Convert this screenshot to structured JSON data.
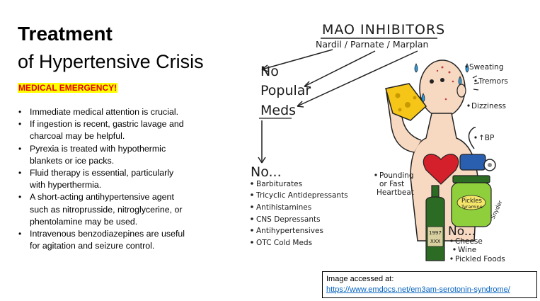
{
  "title": {
    "line1": "Treatment",
    "line2": "of Hypertensive Crisis"
  },
  "emergency": "MEDICAL EMERGENCY!",
  "bullets": [
    "Immediate medical attention is crucial.",
    "If ingestion is recent, gastric lavage and charcoal may be helpful.",
    "Pyrexia is treated with hypothermic blankets or ice packs.",
    "Fluid therapy is essential, particularly with hyperthermia.",
    "A short-acting antihypertensive agent such as nitroprusside, nitroglycerine, or phentolamine may be used.",
    "Intravenous benzodiazepines are useful for agitation and seizure control."
  ],
  "illustration": {
    "heading": "MAO INHIBITORS",
    "subheading": "Nardil / Parnate / Marplan",
    "no_popular_meds": [
      "No",
      "Popular",
      "Meds"
    ],
    "no_list_heading": "No...",
    "no_list": [
      "Barbiturates",
      "Tricyclic Antidepressants",
      "Antihistamines",
      "CNS Depressants",
      "Antihypertensives",
      "OTC Cold Meds"
    ],
    "symptoms": [
      "Sweating",
      "Tremors",
      "Dizziness",
      "↑BP"
    ],
    "heartbeat": [
      "Pounding",
      "or Fast",
      "Heartbeat"
    ],
    "food_heading": "No...",
    "food_list": [
      "Cheese",
      "Wine",
      "Pickled Foods"
    ],
    "jar_label": "Pickles",
    "jar_sublabel": "Tyramine",
    "bottle_label": "1997",
    "bottle_sublabel": "XXX",
    "signature": "Snyder"
  },
  "caption": {
    "label": "Image accessed at:",
    "url": "https://www.emdocs.net/em3am-serotonin-syndrome/"
  }
}
